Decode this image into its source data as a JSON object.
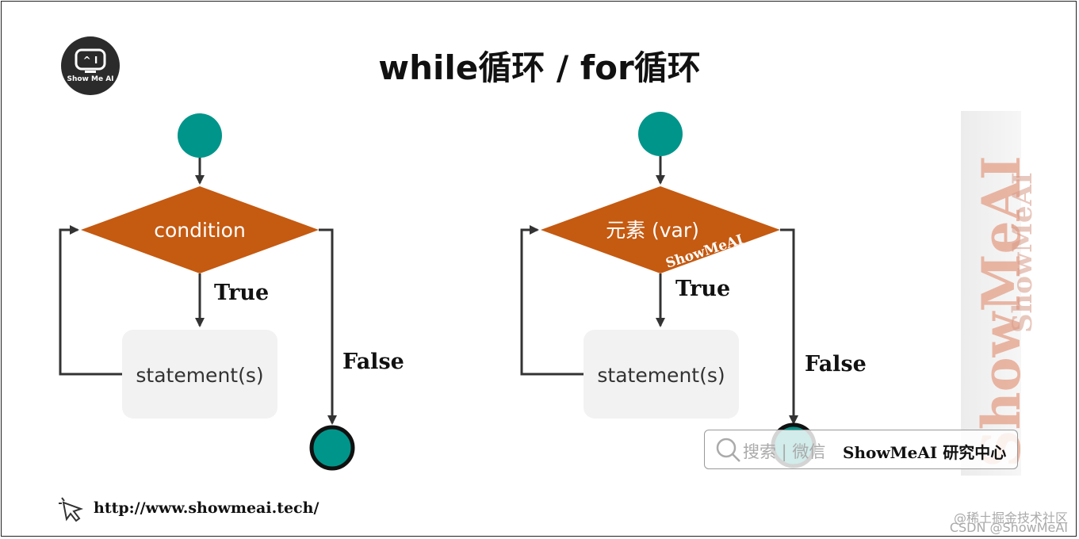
{
  "title": "while循环 / for循环",
  "logo": {
    "text": "Show Me AI"
  },
  "while_loop": {
    "condition_label": "condition",
    "true_label": "True",
    "false_label": "False",
    "statement_label": "statement(s)"
  },
  "for_loop": {
    "condition_label": "元素 (var)",
    "true_label": "True",
    "false_label": "False",
    "statement_label": "statement(s)",
    "watermark": "ShowMeAI"
  },
  "footer": {
    "url": "http://www.showmeai.tech/",
    "community": "@稀土掘金技术社区",
    "csdn": "CSDN @ShowMeAI"
  },
  "search_box": {
    "hint": "搜索 | 微信",
    "brand": "ShowMeAI 研究中心"
  },
  "side_watermark": {
    "text": "ShowMeAI",
    "text2": "ShowMeAI"
  },
  "colors": {
    "start_node": "#00958a",
    "end_node": "#00958a",
    "diamond": "#c55a11",
    "statement_box": "#f2f2f2",
    "arrow": "#333333"
  }
}
